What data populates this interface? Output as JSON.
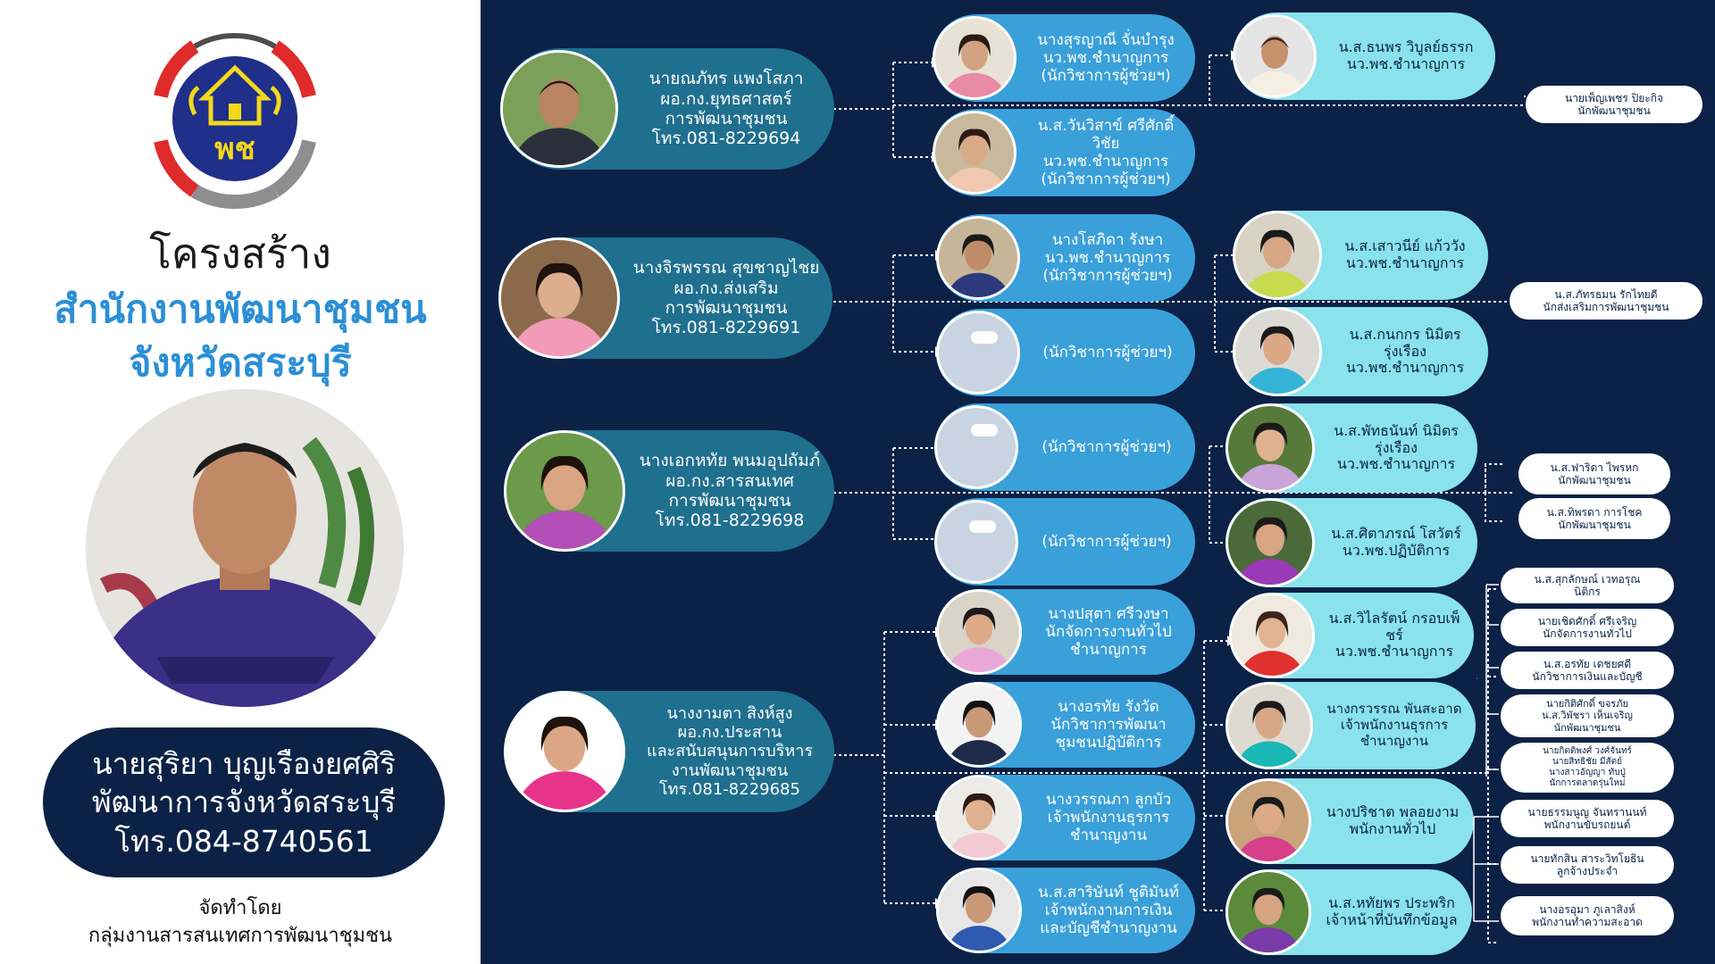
{
  "left": {
    "logo_text": "พช",
    "title": "โครงสร้าง",
    "org_line1": "สำนักงานพัฒนาชุมชน",
    "org_line2": "จังหวัดสระบุรี",
    "chief": [
      "นายสุริยา บุญเรืองยศศิริ",
      "พัฒนาการจังหวัดสระบุรี",
      "โทร.084-8740561"
    ],
    "made_by": [
      "จัดทำโดย",
      "กลุ่มงานสารสนเทศการพัฒนาชุมชน"
    ]
  },
  "groups": [
    {
      "head": [
        "นายณภัทร แพงโสภา",
        "ผอ.กง.ยุทธศาสตร์",
        "การพัฒนาชุมชน",
        "โทร.081-8229694"
      ],
      "l2": [
        [
          "นางสุรญาณี จั่นบำรุง",
          "นว.พช.ชำนาญการ",
          "(นักวิชาการผู้ช่วยฯ)"
        ],
        [
          "น.ส.วันวิสาข์ ศรีศักดิ์วิชัย",
          "นว.พช.ชำนาญการ",
          "(นักวิชาการผู้ช่วยฯ)"
        ]
      ],
      "l3": [
        [
          "น.ส.ธนพร วิบูลย์ธรรก",
          "นว.พช.ชำนาญการ"
        ]
      ],
      "pills": [
        [
          "นายเพ็ญเพชร ปิยะกิจ",
          "นักพัฒนาชุมชน"
        ]
      ]
    },
    {
      "head": [
        "นางจิรพรรณ สุขชาญไชย",
        "ผอ.กง.ส่งเสริม",
        "การพัฒนาชุมชน",
        "โทร.081-8229691"
      ],
      "l2": [
        [
          "นางโสภิดา รังษา",
          "นว.พช.ชำนาญการ",
          "(นักวิชาการผู้ช่วยฯ)"
        ],
        [
          "(นักวิชาการผู้ช่วยฯ)"
        ]
      ],
      "l3": [
        [
          "น.ส.เสาวนีย์ แก้ววัง",
          "นว.พช.ชำนาญการ"
        ],
        [
          "น.ส.กนกกร นิมิตรรุ่งเรือง",
          "นว.พช.ชำนาญการ"
        ]
      ],
      "pills": [
        [
          "น.ส.ภัทรธมน รักไทยดี",
          "นักส่งเสริมการพัฒนาชุมชน"
        ]
      ]
    },
    {
      "head": [
        "นางเอกหทัย พนมอุปถัมภ์",
        "ผอ.กง.สารสนเทศ",
        "การพัฒนาชุมชน",
        "โทร.081-8229698"
      ],
      "l2": [
        [
          "(นักวิชาการผู้ช่วยฯ)"
        ],
        [
          "(นักวิชาการผู้ช่วยฯ)"
        ]
      ],
      "l3": [
        [
          "น.ส.พัทธนันท์ นิมิตรรุ่งเรือง",
          "นว.พช.ชำนาญการ"
        ],
        [
          "น.ส.ศิตาภรณ์ โสวัตร์",
          "นว.พช.ปฏิบัติการ"
        ]
      ],
      "pills": [
        [
          "น.ส.ฟาริดา ไพรหก",
          "นักพัฒนาชุมชน"
        ],
        [
          "น.ส.ทิพรดา การโชค",
          "นักพัฒนาชุมชน"
        ]
      ]
    },
    {
      "head": [
        "นางงามตา สิงห์สูง",
        "ผอ.กง.ประสาน",
        "และสนับสนุนการบริหาร",
        "งานพัฒนาชุมชน",
        "โทร.081-8229685"
      ],
      "l2": [
        [
          "นางปสุตา ศรีวงษา",
          "นักจัดการงานทั่วไป",
          "ชำนาญการ"
        ],
        [
          "นางอรทัย รังวัด",
          "นักวิชาการพัฒนา",
          "ชุมชนปฏิบัติการ"
        ],
        [
          "นางวรรณภา ลูกบัว",
          "เจ้าพนักงานธุรการ",
          "ชำนาญงาน"
        ],
        [
          "น.ส.สาริษันท์ ชูติมันท์",
          "เจ้าพนักงานการเงิน",
          "และบัญชีชำนาญงาน"
        ]
      ],
      "l3": [
        [
          "น.ส.วิไลรัตน์ กรอบเพ็ชร์",
          "นว.พช.ชำนาญการ"
        ],
        [
          "นางกรวรรณ พันสะอาด",
          "เจ้าพนักงานธุรการ",
          "ชำนาญงาน"
        ],
        [
          "นางปริชาต พลอยงาม",
          "พนักงานทั่วไป"
        ],
        [
          "น.ส.หทัยพร ประพริก",
          "เจ้าหน้าที่บันทึกข้อมูล"
        ]
      ],
      "pills": [
        [
          "น.ส.สุกลักษณ์ เวทอรุณ",
          "นิติกร"
        ],
        [
          "นายเชิดศักดิ์ ศรีเจริญ",
          "นักจัดการงานทั่วไป"
        ],
        [
          "น.ส.อรทัย เดชยศดี",
          "นักวิชาการเงินและบัญชี"
        ],
        [
          "นายกิติศักดิ์ ขจรภัย",
          "น.ส.วิพัชรา เห็นเจริญ",
          "นักพัฒนาชุมชน"
        ],
        [
          "นายกิตติพงศ์ วงศ์จันทร์",
          "นายสิทธิชัย มีสัตย์",
          "นางสาวอัญญา ทับปู่",
          "นักการตลาดรุ่นใหม่"
        ],
        [
          "นายธรรมนูญ จันทรานนท์",
          "พนักงานขับรถยนต์"
        ],
        [
          "นายทักสิน สาระวิทโยธิน",
          "ลูกจ้างประจำ"
        ],
        [
          "นางอรอุมา ภูเลาสิงห์",
          "พนักงานทำความสะอาด"
        ]
      ]
    }
  ],
  "colors": {
    "navy": "#0b2146",
    "head_card": "#1f6f8f",
    "level2_card": "#3aa0da",
    "level3_card": "#8ae2ec",
    "title_blue": "#2b8fd6"
  }
}
